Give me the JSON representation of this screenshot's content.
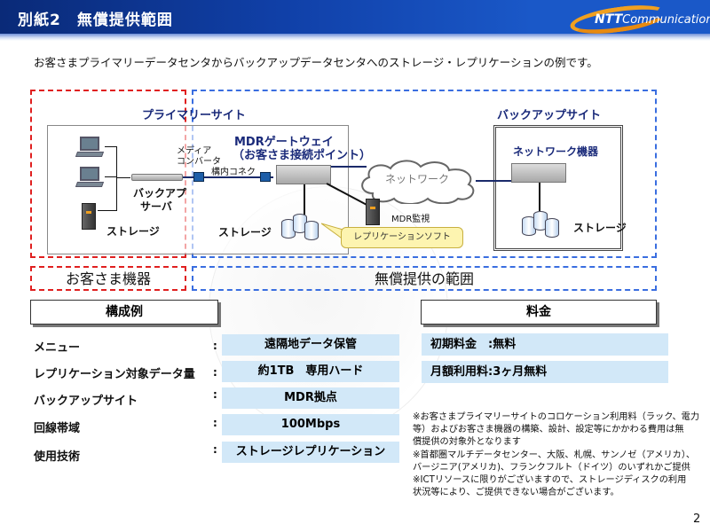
{
  "header": {
    "title": "別紙2　無償提供範囲",
    "logo_brand": "NTT",
    "logo_suffix": "Communications"
  },
  "intro": "お客さまプライマリーデータセンタからバックアップデータセンタへのストレージ・レプリケーションの例です。",
  "diagram": {
    "primary_site_label": "プライマリーサイト",
    "backup_site_label": "バックアップサイト",
    "media_converter_label_1": "メディア",
    "media_converter_label_2": "コンバータ",
    "backup_server_label_1": "バックアプ",
    "backup_server_label_2": "サーバ",
    "customer_storage_label": "ストレージ",
    "in_premises_connect_label": "構内コネク",
    "gateway_label_1": "MDRゲートウェイ",
    "gateway_label_2": "（お客さま接続ポイント）",
    "mdr_storage_label": "ストレージ",
    "network_label": "ネットワーク",
    "mdr_monitor_label": "MDR監視",
    "replication_software_label": "レプリケーションソフト",
    "network_device_label": "ネットワーク機器",
    "backup_storage_label": "ストレージ",
    "customer_equipment_banner": "お客さま機器",
    "free_scope_banner": "無償提供の範囲"
  },
  "config": {
    "header": "構成例",
    "rows": [
      {
        "label": "メニュー",
        "value": "遠隔地データ保管"
      },
      {
        "label": "レプリケーション対象データ量",
        "value": "約1TB　専用ハード"
      },
      {
        "label": "バックアップサイト",
        "value": "MDR拠点"
      },
      {
        "label": "回線帯域",
        "value": "100Mbps"
      },
      {
        "label": "使用技術",
        "value": "ストレージレプリケーション"
      }
    ],
    "colon": ":"
  },
  "pricing": {
    "header": "料金",
    "items": [
      "初期料金　:無料",
      "月額利用料:3ヶ月無料"
    ]
  },
  "notes": [
    "※お客さまプライマリーサイトのコロケーション利用料（ラック、電力",
    "等）およびお客さま機器の構築、設計、設定等にかかわる費用は無",
    "償提供の対象外となります",
    "※首都圏マルチデータセンター、大阪、札幌、サンノゼ（アメリカ）、",
    "バージニア(アメリカ)、フランクフルト（ドイツ）のいずれかご提供",
    " ※ICTリソースに限りがございますので、ストレージディスクの利用",
    "状況等により、ご提供できない場合がございます。"
  ],
  "page_number": "2",
  "colors": {
    "header_blue": "#1040a8",
    "customer_dash_red": "#e02020",
    "free_dash_blue": "#3a6ee0",
    "value_fill": "#d2e8f8",
    "logo_orange": "#f0a020"
  }
}
